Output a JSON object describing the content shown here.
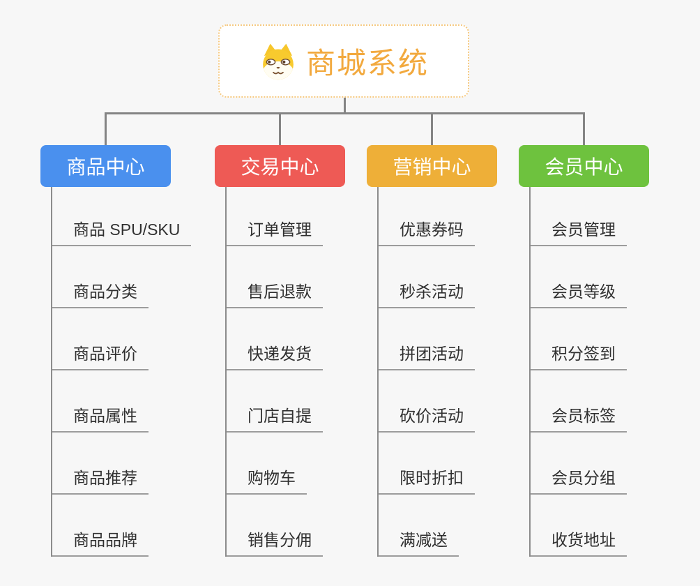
{
  "root": {
    "title": "商城系统",
    "icon": "dog-face-icon"
  },
  "branches": [
    {
      "label": "商品中心",
      "color": "#4a90ee",
      "children": [
        "商品 SPU/SKU",
        "商品分类",
        "商品评价",
        "商品属性",
        "商品推荐",
        "商品品牌"
      ]
    },
    {
      "label": "交易中心",
      "color": "#ee5a55",
      "children": [
        "订单管理",
        "售后退款",
        "快递发货",
        "门店自提",
        "购物车",
        "销售分佣"
      ]
    },
    {
      "label": "营销中心",
      "color": "#eeaf38",
      "children": [
        "优惠券码",
        "秒杀活动",
        "拼团活动",
        "砍价活动",
        "限时折扣",
        "满减送"
      ]
    },
    {
      "label": "会员中心",
      "color": "#6ec23e",
      "children": [
        "会员管理",
        "会员等级",
        "积分签到",
        "会员标签",
        "会员分组",
        "收货地址"
      ]
    }
  ],
  "colors": {
    "root_accent": "#f2a93e",
    "root_border": "#f6c980",
    "connector": "#848484",
    "child_underline": "#9c9c9c",
    "child_text": "#303030",
    "background": "#f7f7f7"
  }
}
